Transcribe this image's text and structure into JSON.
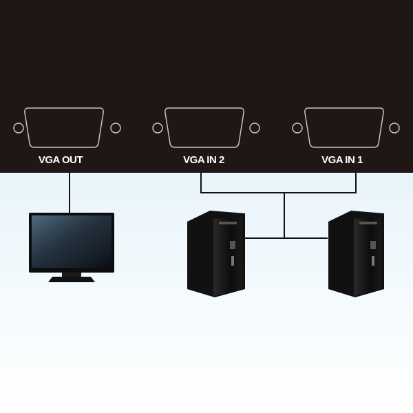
{
  "panel": {
    "ports": [
      {
        "label": "VGA OUT"
      },
      {
        "label": "VGA IN 2"
      },
      {
        "label": "VGA IN 1"
      }
    ]
  },
  "devices": {
    "monitor": "monitor",
    "computers": [
      "computer-1",
      "computer-2"
    ]
  },
  "colors": {
    "panel": "#1f1715",
    "port_outline": "#c9c3bd",
    "cable": "#111111",
    "background": "#dff0f8"
  }
}
